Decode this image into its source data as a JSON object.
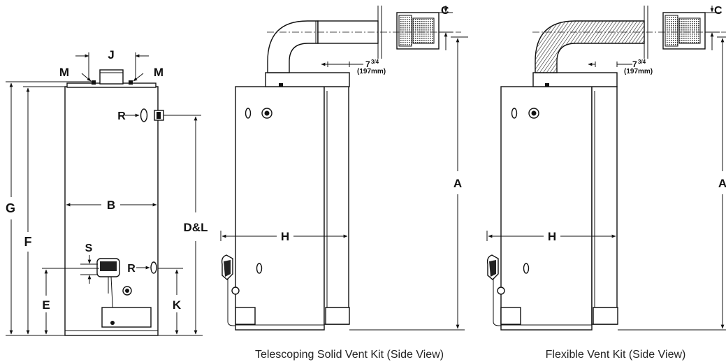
{
  "labels": {
    "A": "A",
    "B": "B",
    "C": "C",
    "DL": "D&L",
    "E": "E",
    "F": "F",
    "G": "G",
    "H": "H",
    "J": "J",
    "K": "K",
    "M": "M",
    "R": "R",
    "S": "S"
  },
  "dimension": {
    "whole": "7",
    "fraction": "3/4",
    "mm": "(197mm)"
  },
  "captions": {
    "telescoping": "Telescoping Solid Vent Kit (Side View)",
    "flexible": "Flexible Vent Kit (Side View)"
  },
  "colors": {
    "line": "#111111",
    "screen": "#555555"
  }
}
